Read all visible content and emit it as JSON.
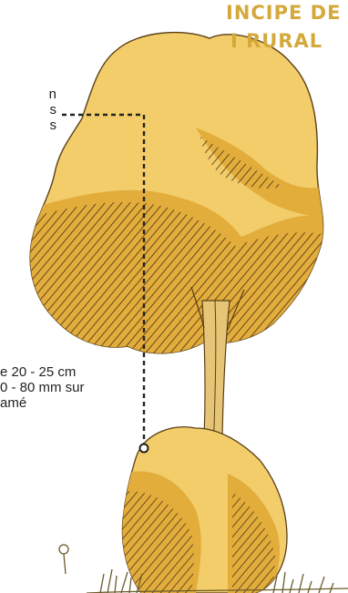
{
  "title": {
    "line1": "INCIPE DE",
    "line2": "I RURAL"
  },
  "annotations": {
    "top": [
      "n",
      "s",
      "s"
    ],
    "bottom": [
      "e 20 - 25 cm",
      "0 - 80 mm sur",
      "amé"
    ]
  },
  "colors": {
    "title": "#d4a93a",
    "canopy": "#f2cd6a",
    "shade": "#e3ad3c",
    "hatch": "#2a1a0c",
    "trunk": "#e6c577",
    "grass": "#6b5a2a",
    "leader": "#222222"
  }
}
